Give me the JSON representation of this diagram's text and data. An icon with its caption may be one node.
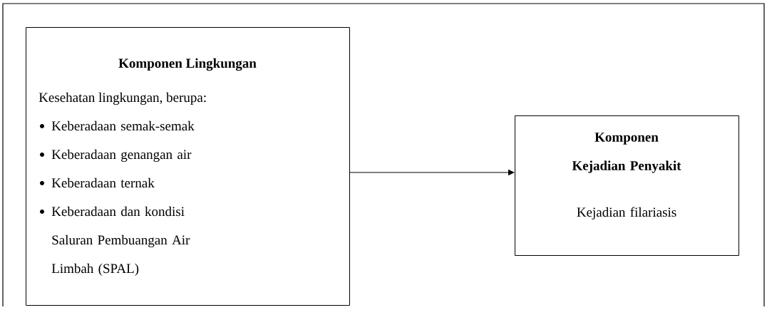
{
  "diagram": {
    "nodes": [
      {
        "text": [
          "Komponen Lingkungan",
          "Kesehatan lingkungan, berupa:",
          "Keberadaan semak-semak",
          "Keberadaan genangan air",
          "Keberadaan ternak",
          "Keberadaan dan kondisi Saluran Pembuangan Air Limbah (SPAL)"
        ]
      },
      {
        "text": [
          "Komponen Kejadian Penyakit",
          "Kejadian filariasis"
        ]
      }
    ],
    "edges": [
      {
        "from": 0,
        "to": 1,
        "arrow": "to"
      }
    ]
  }
}
